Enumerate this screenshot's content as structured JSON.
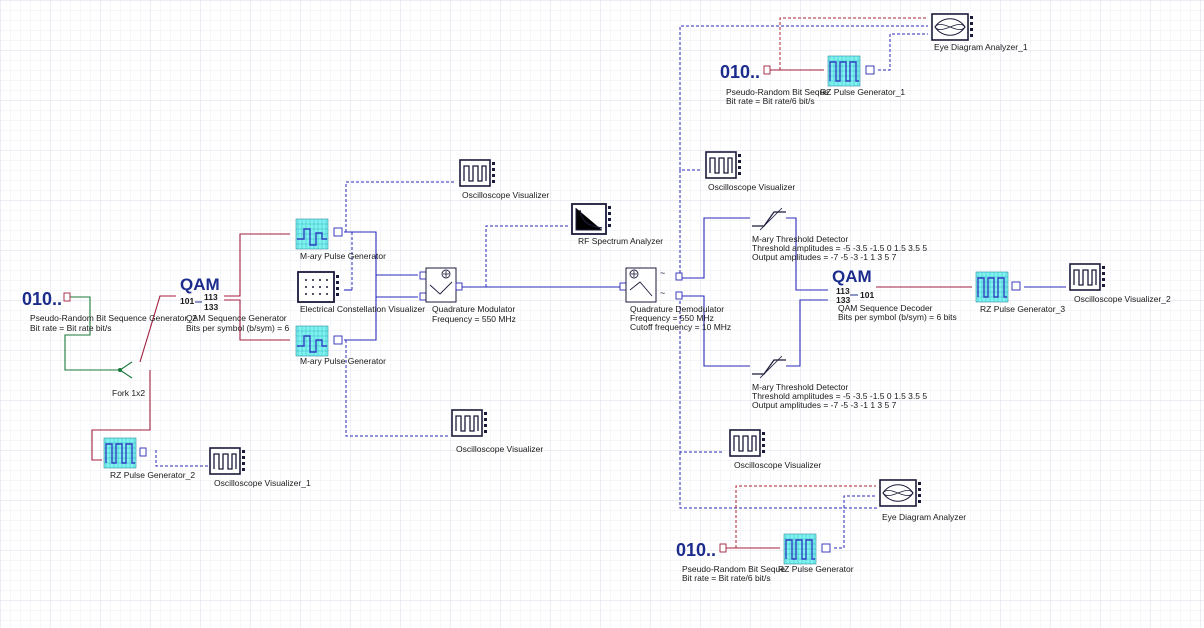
{
  "accent_colors": {
    "electrical": "#2a2ab8",
    "binary": "#a01e3c",
    "fork": "#1a7a3a",
    "block_fill": "#7ff3ef",
    "block_signal": "#3040c0",
    "icon_text": "#1c2c8c"
  },
  "blocks": {
    "prbs_main": {
      "glyph": "010..",
      "title": "Pseudo-Random Bit Sequence Generator_2",
      "param": "Bit rate = Bit rate  bit/s"
    },
    "qam_gen": {
      "glyph": "QAM",
      "bits_in": "101",
      "symbols_out_1": "113",
      "symbols_out_2": "133",
      "title": "QAM Sequence Generator",
      "param": "Bits per symbol (b/sym) = 6"
    },
    "fork": {
      "title": "Fork 1x2"
    },
    "rz_gen_2": {
      "title": "RZ Pulse Generator_2"
    },
    "osc_vis_1": {
      "title": "Oscilloscope Visualizer_1"
    },
    "mary_pulse_top": {
      "title": "M-ary Pulse Generator"
    },
    "mary_pulse_bottom": {
      "title": "M-ary Pulse Generator"
    },
    "constellation": {
      "title": "Electrical Constellation Visualizer"
    },
    "osc_vis_top": {
      "title": "Oscilloscope Visualizer"
    },
    "osc_vis_bottom": {
      "title": "Oscilloscope Visualizer"
    },
    "rf_spectrum": {
      "title": "RF Spectrum Analyzer"
    },
    "quad_mod": {
      "title": "Quadrature Modulator",
      "param": "Frequency = 550  MHz"
    },
    "quad_demod": {
      "title": "Quadrature Demodulator",
      "param1": "Frequency = 550  MHz",
      "param2": "Cutoff frequency = 10  MHz"
    },
    "osc_vis_demod_top": {
      "title": "Oscilloscope Visualizer"
    },
    "osc_vis_demod_bottom": {
      "title": "Oscilloscope Visualizer"
    },
    "threshold_top": {
      "title": "M-ary Threshold Detector",
      "param1": "Threshold amplitudes = -5 -3.5 -1.5 0 1.5 3.5 5",
      "param2": "Output amplitudes = -7 -5 -3 -1 1 3 5 7"
    },
    "threshold_bottom": {
      "title": "M-ary Threshold Detector",
      "param1": "Threshold amplitudes = -5 -3.5 -1.5 0 1.5 3.5 5",
      "param2": "Output amplitudes = -7 -5 -3 -1 1 3 5 7"
    },
    "qam_dec": {
      "glyph": "QAM",
      "symbols_in_1": "113",
      "symbols_in_2": "133",
      "bits_out": "101",
      "title": "QAM Sequence Decoder",
      "param": "Bits per symbol (b/sym) = 6  bits"
    },
    "rz_gen_3": {
      "title": "RZ Pulse Generator_3"
    },
    "osc_vis_2": {
      "title": "Oscilloscope Visualizer_2"
    },
    "eye_1": {
      "title": "Eye Diagram Analyzer_1"
    },
    "prbs_1": {
      "glyph": "010..",
      "title": "Pseudo-Random Bit Sequence Generator_1",
      "title_short": "Pseudo-Random Bit Seque",
      "param": "Bit rate = Bit rate/6  bit/s"
    },
    "rz_gen_1": {
      "title": "RZ Pulse Generator_1"
    },
    "eye": {
      "title": "Eye Diagram Analyzer"
    },
    "prbs_0": {
      "glyph": "010..",
      "title": "Pseudo-Random Bit Sequence Generator",
      "title_short": "Pseudo-Random Bit Seque",
      "param": "Bit rate = Bit rate/6  bit/s"
    },
    "rz_gen": {
      "title": "RZ Pulse Generator"
    }
  }
}
